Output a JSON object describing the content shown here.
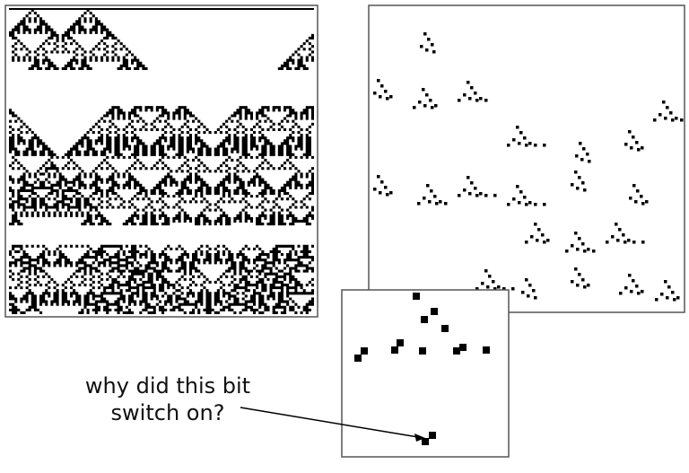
{
  "caption": {
    "line1": "why did this bit",
    "line2": "switch on?"
  },
  "colors": {
    "ink": "#000000",
    "frame": "#555555",
    "background": "#ffffff"
  },
  "automaton": {
    "rule": "elementary cellular automaton, additive (XOR) rule",
    "rows": 110,
    "cols": 110,
    "seed_cells": [
      8,
      28
    ],
    "blank_band_rows": [
      [
        22,
        34
      ],
      [
        78,
        84
      ]
    ]
  }
}
